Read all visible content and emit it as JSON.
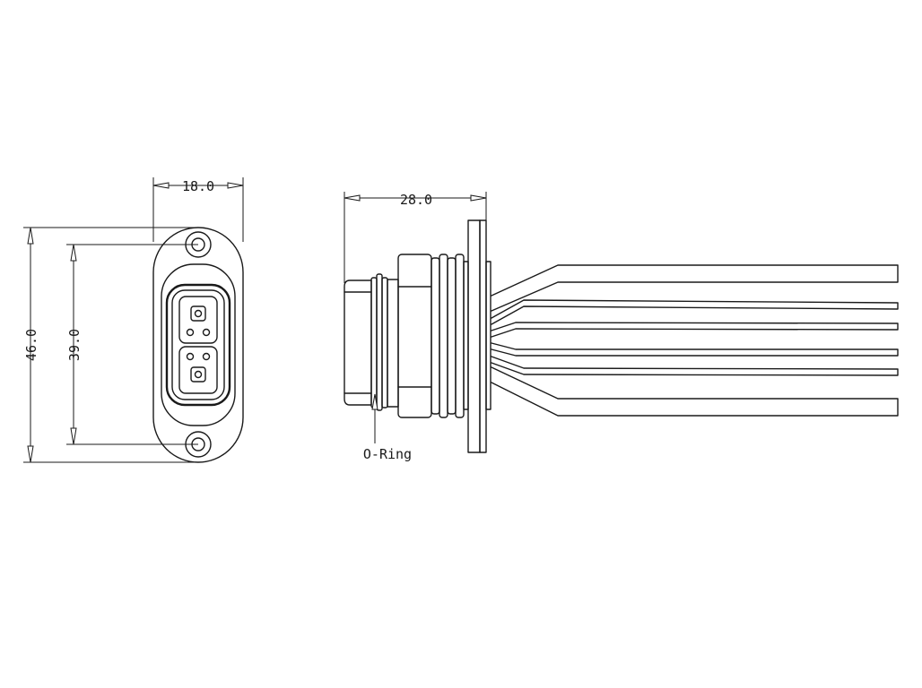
{
  "front_view": {
    "width_label": "18.0",
    "height_label": "46.0",
    "hole_spacing_label": "39.0"
  },
  "side_view": {
    "length_label": "28.0",
    "oring_label": "O-Ring"
  },
  "colors": {
    "line": "#1a1a1a",
    "background": "#ffffff"
  }
}
